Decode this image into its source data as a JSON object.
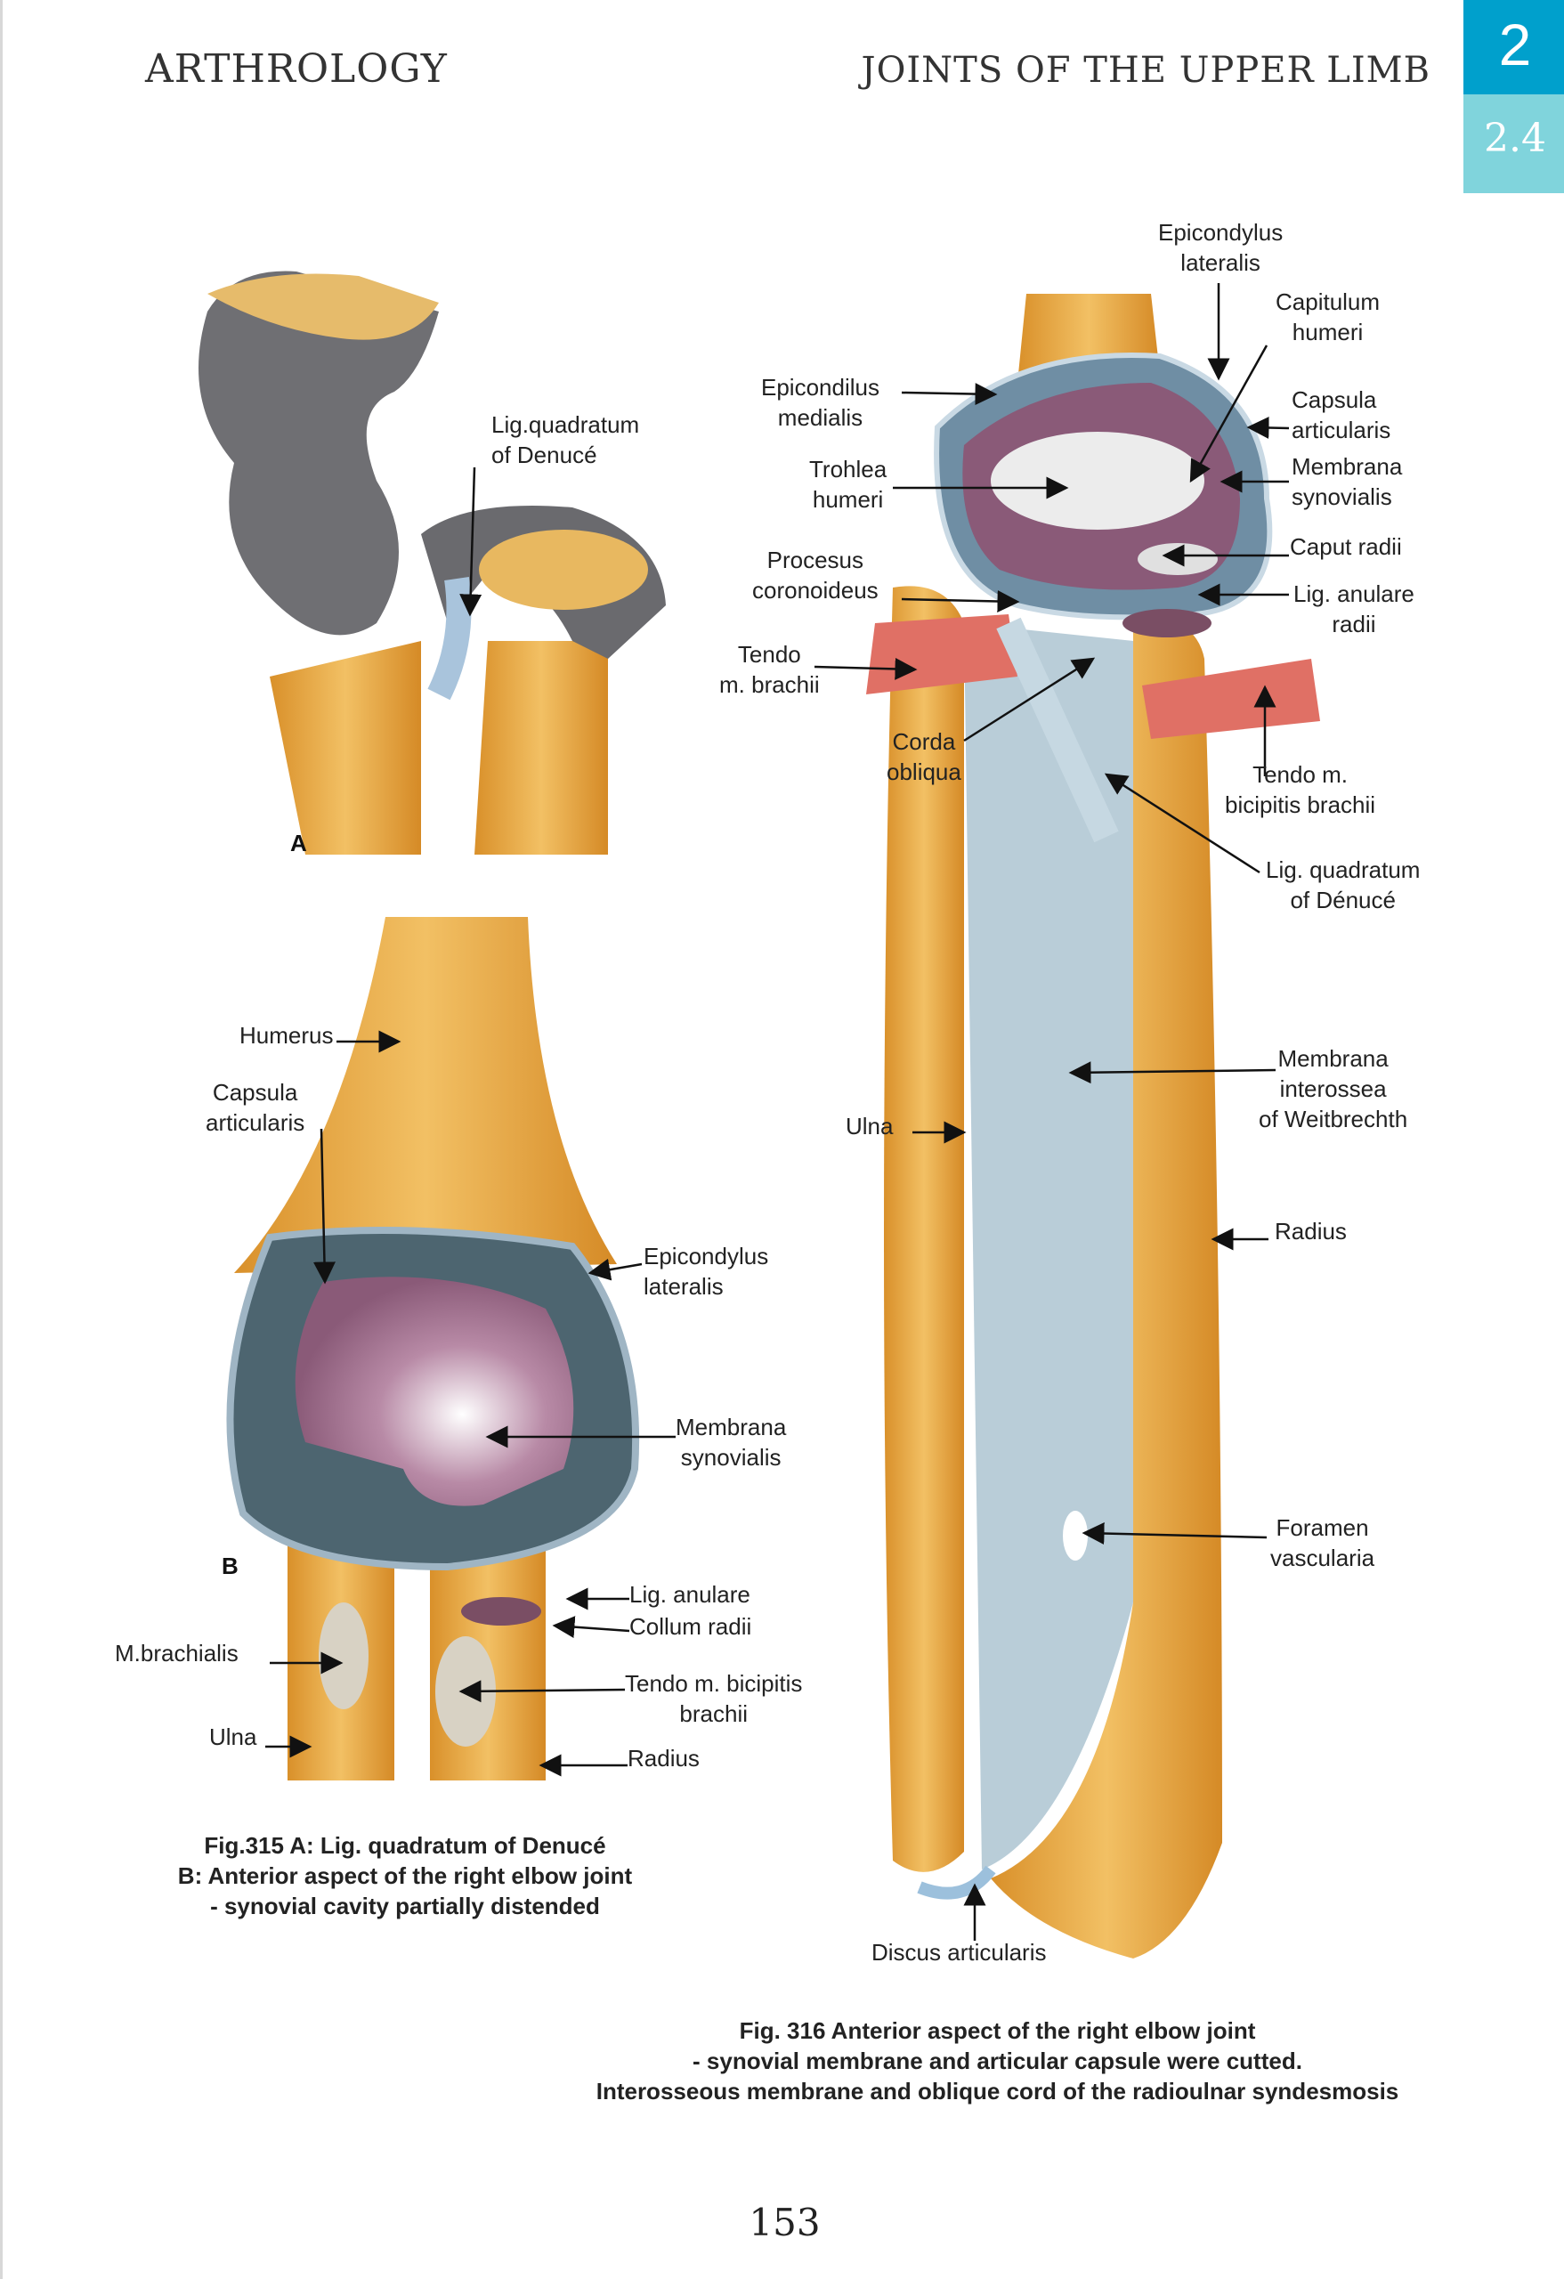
{
  "header": {
    "left": "ARTHROLOGY",
    "right": "JOINTS OF THE UPPER LIMB",
    "chapter": "2",
    "section": "2.4"
  },
  "colors": {
    "chapter_tab": "#00a0cc",
    "section_tab": "#80d4dc",
    "bone": "#e9a93c",
    "capsule": "#4d6570",
    "synovial": "#8a5a78",
    "ligament": "#b9cdd8"
  },
  "fig315": {
    "panel_a": {
      "letter": "A",
      "labels": [
        "Lig.quadratum\nof Denucé"
      ]
    },
    "panel_b": {
      "letter": "B",
      "labels": {
        "humerus": "Humerus",
        "capsula": "Capsula\narticularis",
        "epicondylus": "Epicondylus\nlateralis",
        "membrana": "Membrana\nsynovialis",
        "lig_anulare": "Lig. anulare",
        "collum": "Collum radii",
        "brachialis": "M.brachialis",
        "tendo": "Tendo m. bicipitis\nbrachii",
        "ulna": "Ulna",
        "radius": "Radius"
      }
    },
    "caption": [
      "Fig.315 A: Lig. quadratum of Denucé",
      "B: Anterior aspect of the right elbow joint",
      "- synovial cavity partially distended"
    ]
  },
  "fig316": {
    "labels": {
      "epicondylus_lat": "Epicondylus\nlateralis",
      "capitulum": "Capitulum\nhumeri",
      "epicondilus_med": "Epicondilus\nmedialis",
      "capsula": "Capsula\narticularis",
      "trohlea": "Trohlea\nhumeri",
      "membrana_syn": "Membrana\nsynovialis",
      "procesus": "Procesus\ncoronoideus",
      "caput": "Caput radii",
      "lig_anulare": "Lig. anulare\nradii",
      "tendo_brachii": "Tendo\nm. brachii",
      "corda": "Corda\nobliqua",
      "tendo_bicipitis": "Tendo m.\nbicipitis brachii",
      "lig_quadratum": "Lig. quadratum\nof Dénucé",
      "membrana_int": "Membrana\ninterossea\nof Weitbrechth",
      "ulna": "Ulna",
      "radius": "Radius",
      "foramen": "Foramen\nvascularia",
      "discus": "Discus articularis"
    },
    "caption": [
      "Fig. 316 Anterior aspect of the right elbow joint",
      "- synovial membrane and articular capsule were cutted.",
      "Interosseous membrane and oblique cord of the radioulnar syndesmosis"
    ]
  },
  "page_number": "153"
}
